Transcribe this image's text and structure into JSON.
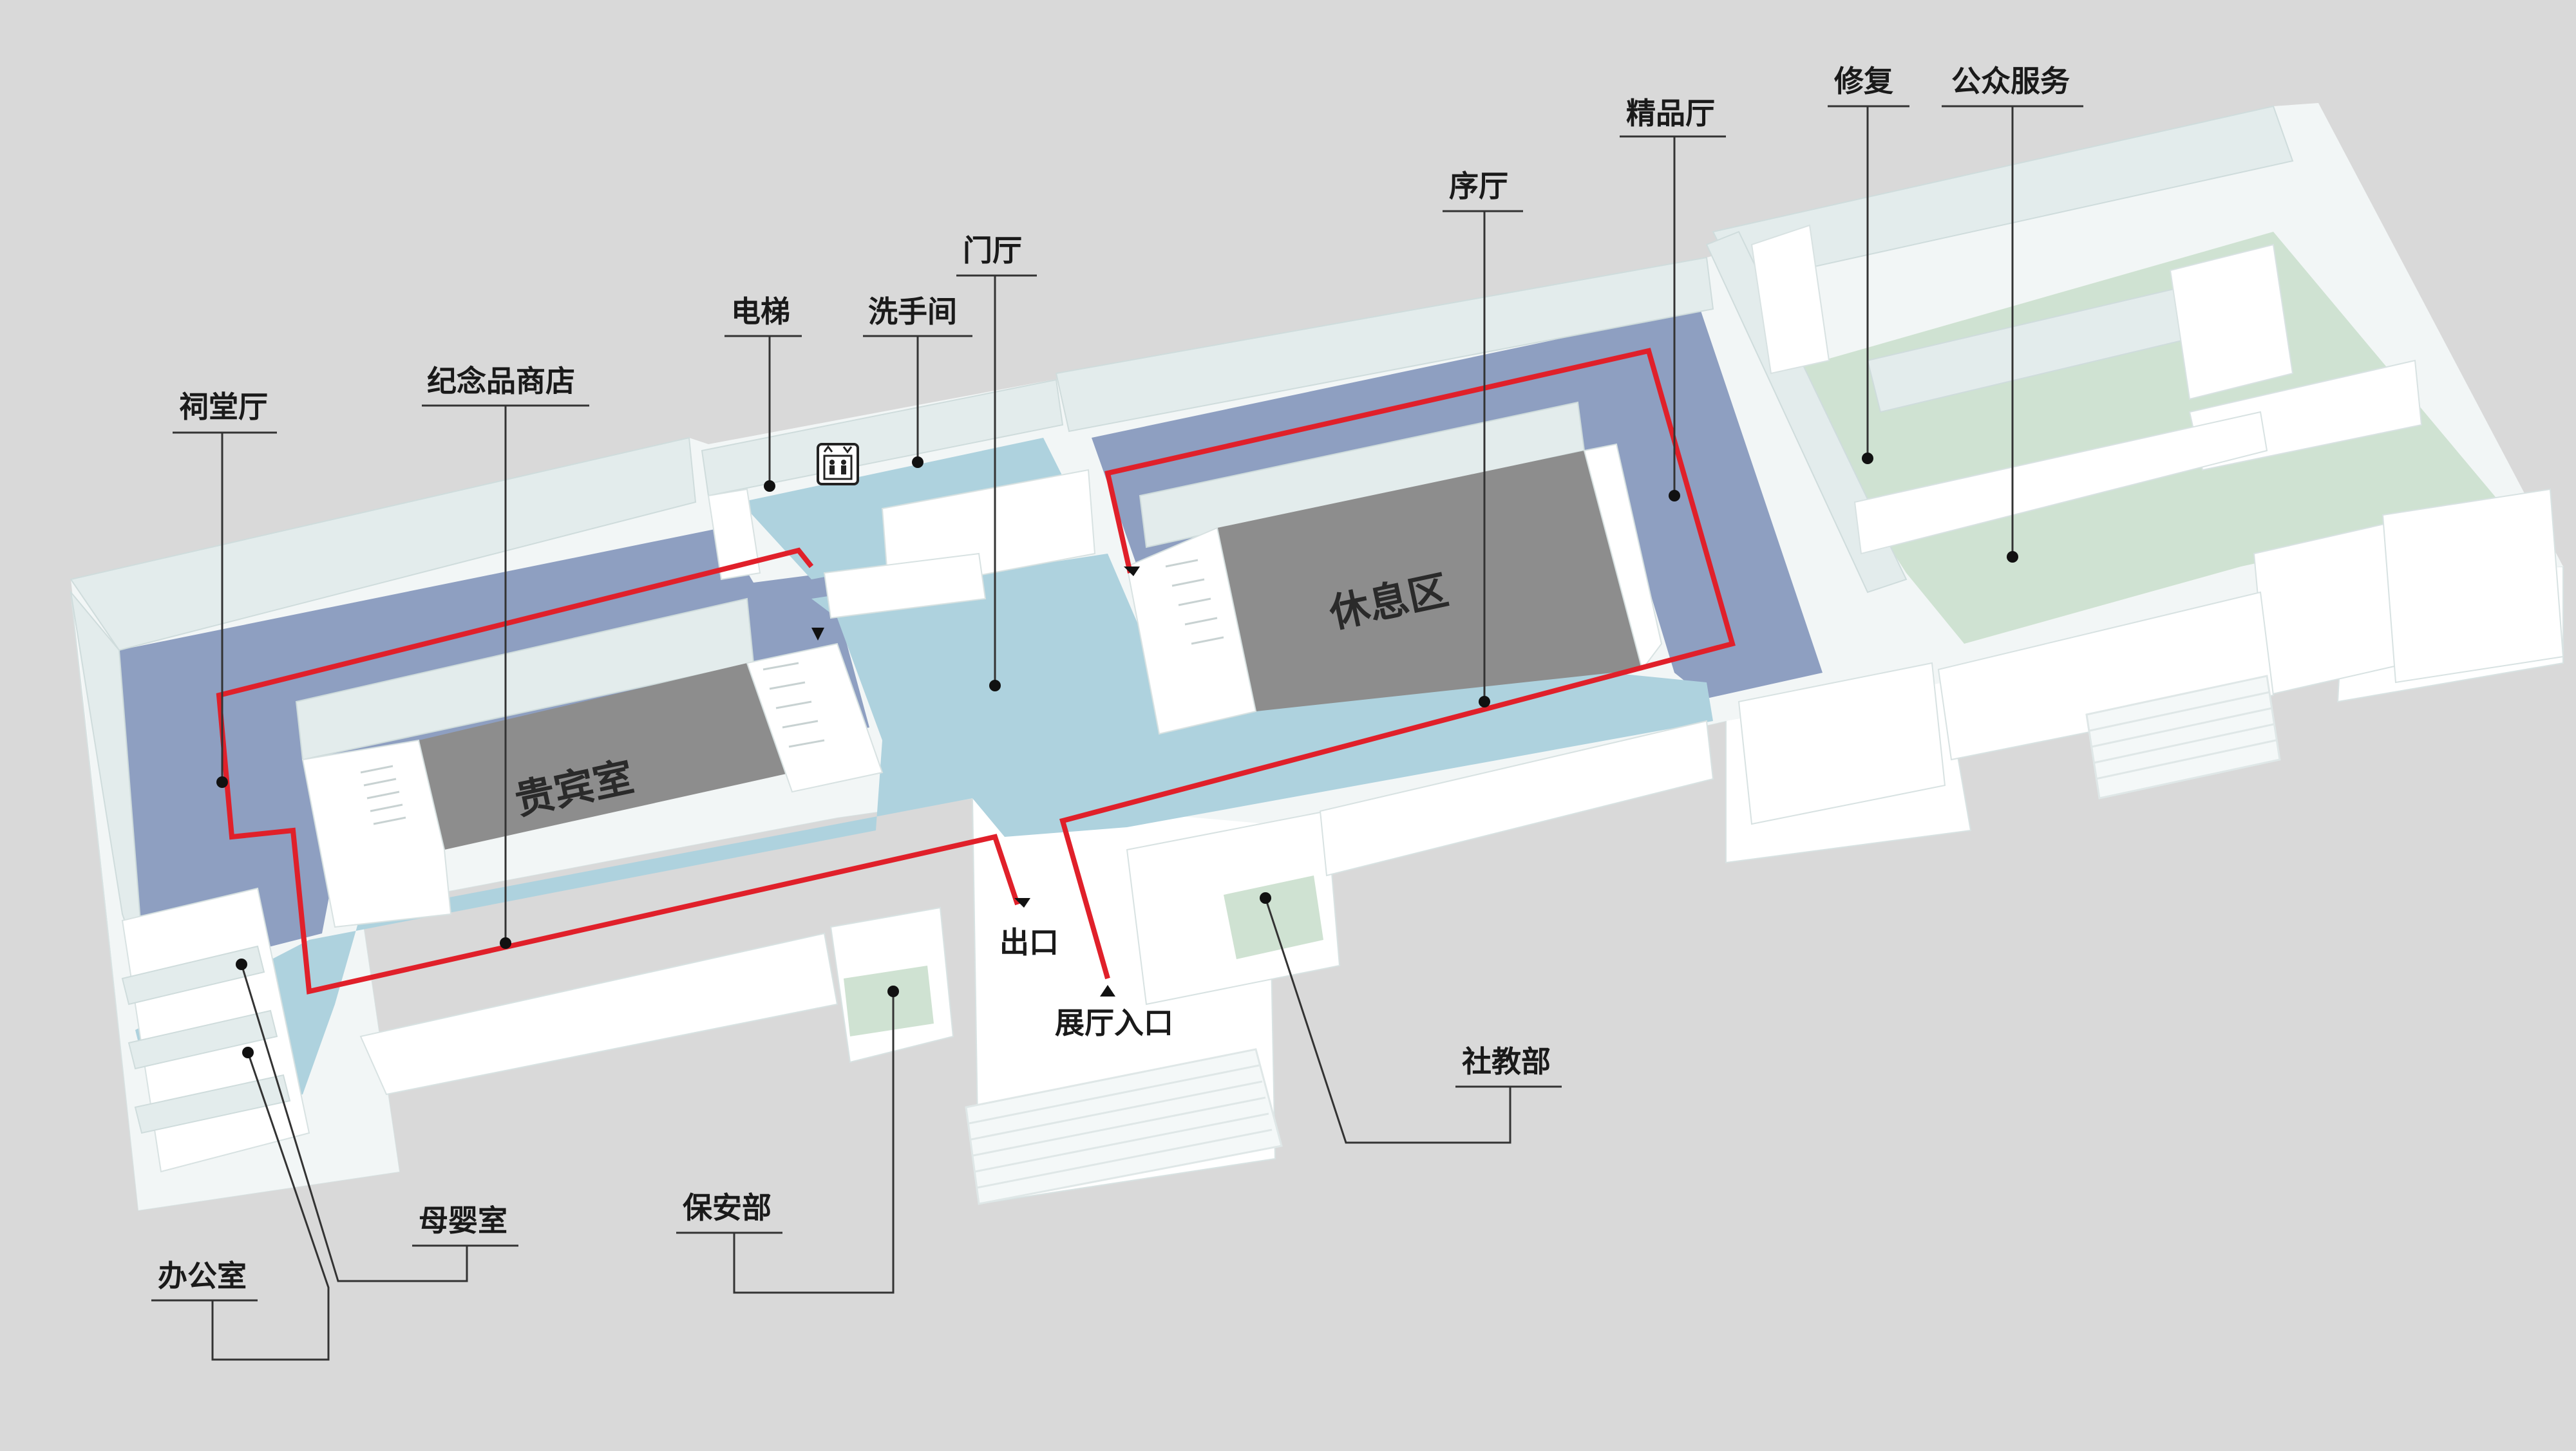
{
  "labels": {
    "citang": "祠堂厅",
    "souvenir": "纪念品商店",
    "elevator": "电梯",
    "washroom": "洗手间",
    "lobby": "门厅",
    "prelude": "序厅",
    "boutique": "精品厅",
    "restoration": "修复",
    "public_service": "公众服务",
    "vip": "贵宾室",
    "rest_area": "休息区",
    "exit": "出口",
    "entrance": "展厅入口",
    "education": "社教部",
    "security": "保安部",
    "nursery": "母婴室",
    "office": "办公室"
  },
  "colors": {
    "background": "#d9d9d9",
    "exhibit_floor": "#8e9fc1",
    "public_floor": "#aed2de",
    "service_floor": "#cfe2d2",
    "room_gray": "#8d8d8d",
    "route_red": "#e0202a"
  },
  "icons": [
    "elevator-icon"
  ]
}
